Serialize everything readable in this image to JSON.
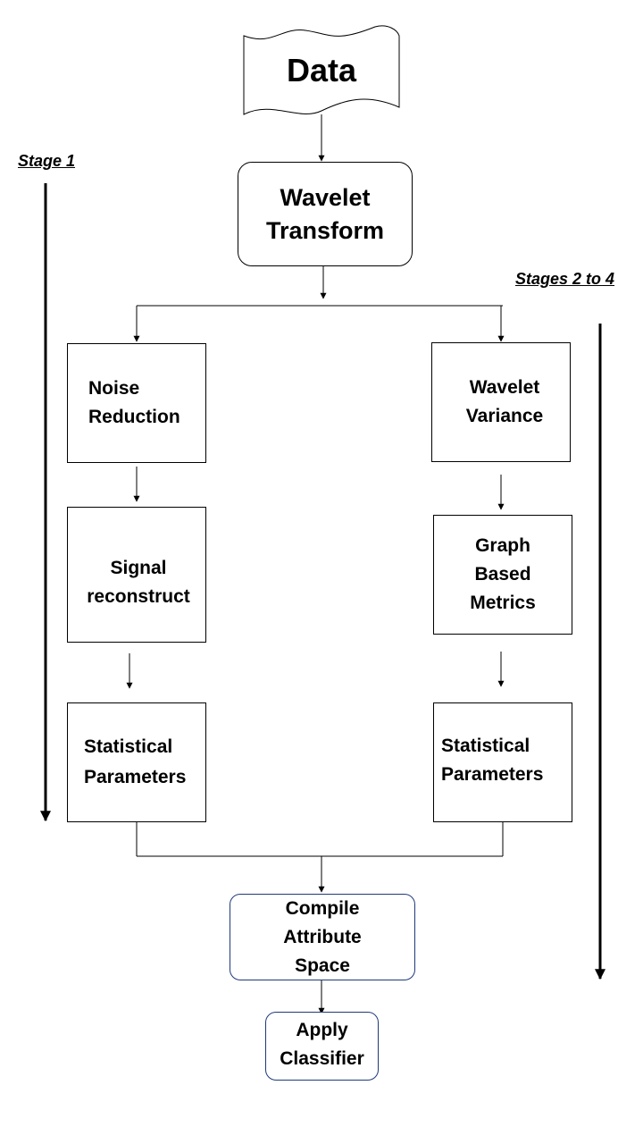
{
  "nodes": {
    "data": "Data",
    "wavelet_transform": "Wavelet\nTransform",
    "noise_reduction": "Noise\nReduction",
    "wavelet_variance": "Wavelet\nVariance",
    "signal_reconstruct": "Signal\nreconstruct",
    "graph_metrics": "Graph\nBased\nMetrics",
    "stat_params_left": "Statistical\nParameters",
    "stat_params_right": "Statistical\nParameters",
    "compile_space": "Compile\nAttribute\nSpace",
    "apply_classifier": "Apply\nClassifier"
  },
  "stages": {
    "stage1": "Stage 1",
    "stages2to4": "Stages 2 to 4"
  },
  "colors": {
    "line": "#000000",
    "accent_border": "#1f3a7a"
  }
}
